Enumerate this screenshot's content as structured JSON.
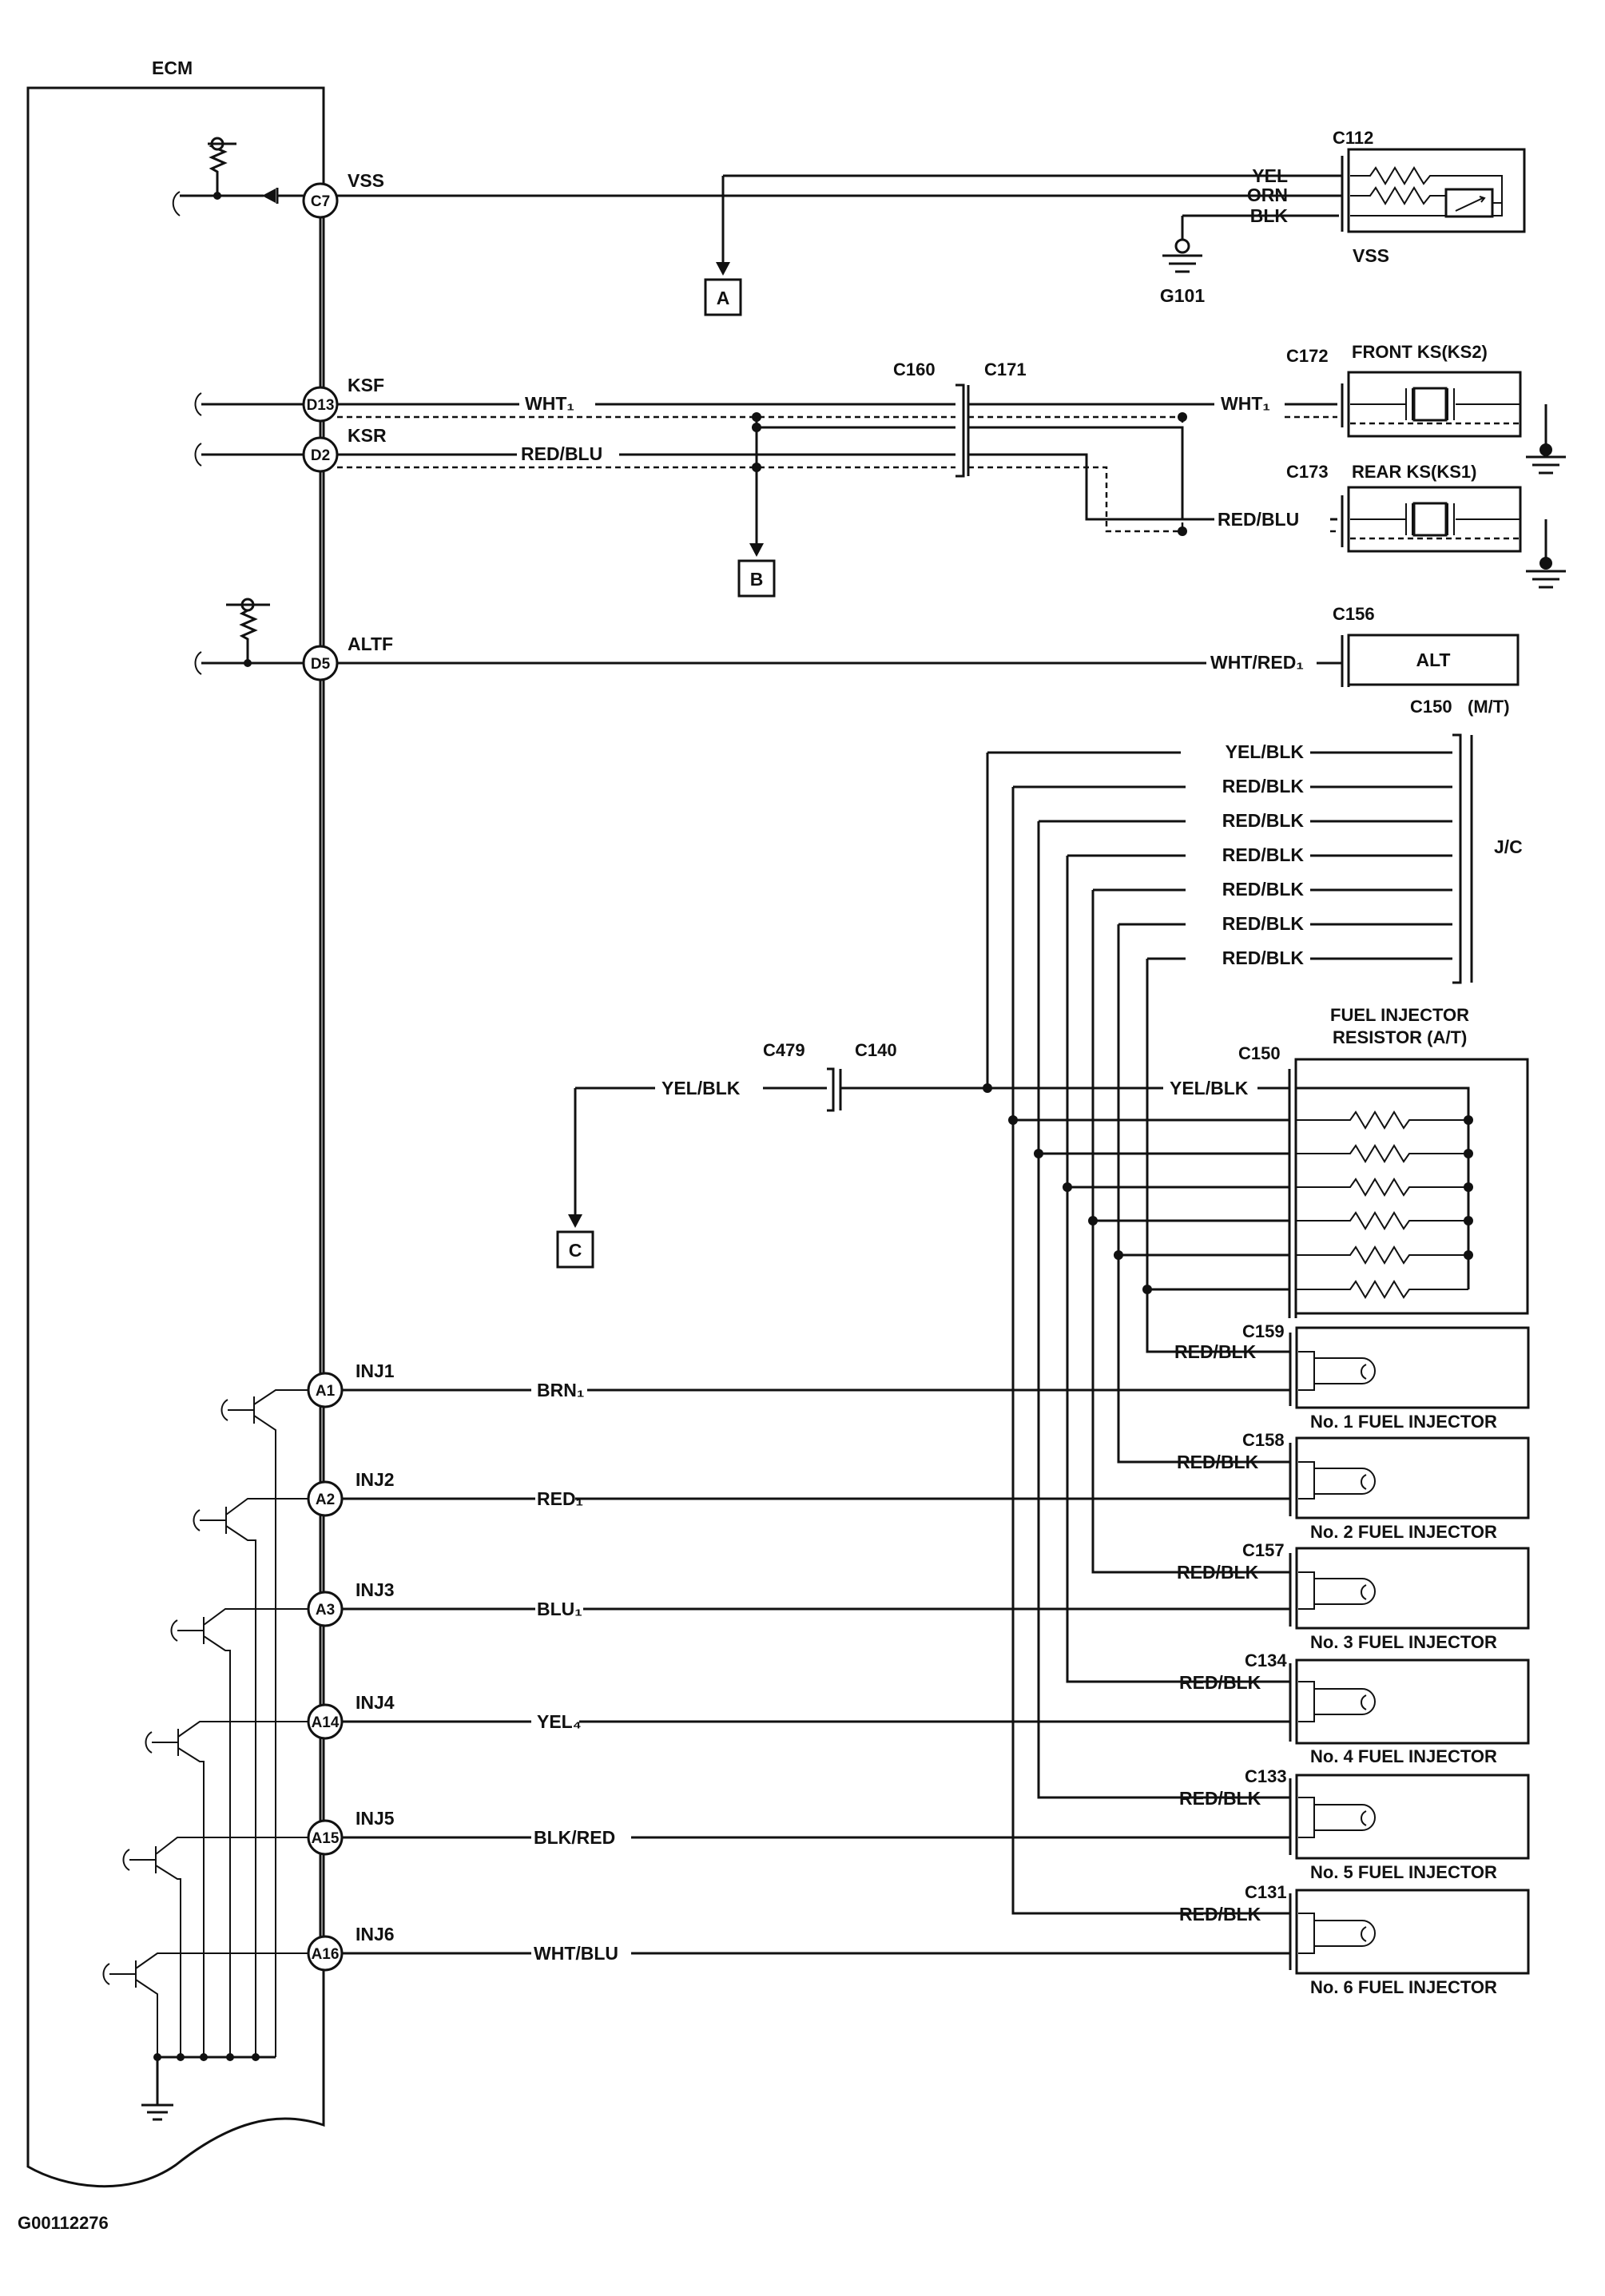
{
  "ecm": {
    "title": "ECM"
  },
  "image_code": "G00112276",
  "pins": {
    "c7": "C7",
    "d13": "D13",
    "d2": "D2",
    "d5": "D5",
    "a1": "A1",
    "a2": "A2",
    "a3": "A3",
    "a14": "A14",
    "a15": "A15",
    "a16": "A16"
  },
  "signals": {
    "vss": "VSS",
    "ksf": "KSF",
    "ksr": "KSR",
    "altf": "ALTF",
    "inj1": "INJ1",
    "inj2": "INJ2",
    "inj3": "INJ3",
    "inj4": "INJ4",
    "inj5": "INJ5",
    "inj6": "INJ6"
  },
  "vss_sensor": {
    "connector": "C112",
    "name": "VSS",
    "wires": [
      "YEL",
      "ORN",
      "BLK"
    ],
    "ground": "G101"
  },
  "refs": {
    "a": "A",
    "b": "B",
    "c": "C"
  },
  "knock": {
    "conn_left": "C160",
    "conn_right": "C171",
    "ksf_wire": "WHT₁",
    "ksr_wire": "RED/BLU",
    "front": {
      "connector": "C172",
      "name": "FRONT KS(KS2)",
      "wire": "WHT₁"
    },
    "rear": {
      "connector": "C173",
      "name": "REAR KS(KS1)",
      "wire": "RED/BLU"
    }
  },
  "alternator": {
    "connector": "C156",
    "wire": "WHT/RED₁",
    "name": "ALT"
  },
  "jc": {
    "connector": "C150",
    "variant": "(M/T)",
    "name": "J/C",
    "wires": [
      "YEL/BLK",
      "RED/BLK",
      "RED/BLK",
      "RED/BLK",
      "RED/BLK",
      "RED/BLK",
      "RED/BLK"
    ]
  },
  "resistor": {
    "connector": "C150",
    "title_line1": "FUEL INJECTOR",
    "title_line2": "RESISTOR (A/T)",
    "wire": "YEL/BLK"
  },
  "c479": {
    "left": "C479",
    "right": "C140",
    "wire": "YEL/BLK"
  },
  "injectors": [
    {
      "connector": "C159",
      "feed": "RED/BLK",
      "ecm_wire": "BRN₁",
      "name": "No. 1 FUEL INJECTOR"
    },
    {
      "connector": "C158",
      "feed": "RED/BLK",
      "ecm_wire": "RED₁",
      "name": "No. 2 FUEL INJECTOR"
    },
    {
      "connector": "C157",
      "feed": "RED/BLK",
      "ecm_wire": "BLU₁",
      "name": "No. 3 FUEL INJECTOR"
    },
    {
      "connector": "C134",
      "feed": "RED/BLK",
      "ecm_wire": "YEL₄",
      "name": "No. 4 FUEL INJECTOR"
    },
    {
      "connector": "C133",
      "feed": "RED/BLK",
      "ecm_wire": "BLK/RED",
      "name": "No. 5 FUEL INJECTOR"
    },
    {
      "connector": "C131",
      "feed": "RED/BLK",
      "ecm_wire": "WHT/BLU",
      "name": "No. 6 FUEL INJECTOR"
    }
  ]
}
